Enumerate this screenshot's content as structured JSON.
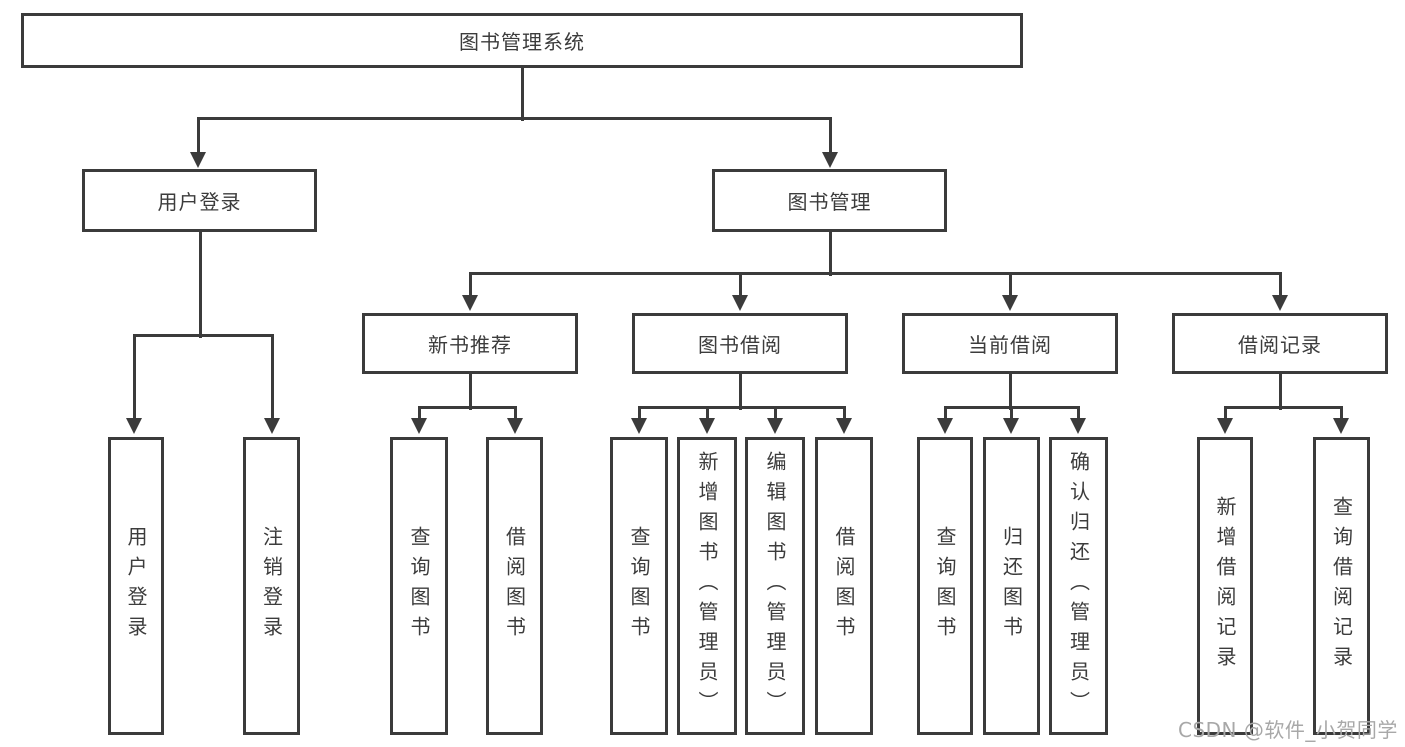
{
  "diagram": {
    "tree": {
      "root": {
        "label": "图书管理系统"
      },
      "branches": [
        {
          "label": "用户登录",
          "children": [
            "用户登录",
            "注销登录"
          ]
        },
        {
          "label": "图书管理",
          "children": [
            {
              "label": "新书推荐",
              "children": [
                "查询图书",
                "借阅图书"
              ]
            },
            {
              "label": "图书借阅",
              "children": [
                "查询图书",
                "新增图书（管理员）",
                "编辑图书（管理员）",
                "借阅图书"
              ]
            },
            {
              "label": "当前借阅",
              "children": [
                "查询图书",
                "归还图书",
                "确认归还（管理员）"
              ]
            },
            {
              "label": "借阅记录",
              "children": [
                "新增借阅记录",
                "查询借阅记录"
              ]
            }
          ]
        }
      ]
    },
    "watermark": "CSDN @软件_小贺同学",
    "colors": {
      "line": "#3b3b3b",
      "text": "#3c3c3c",
      "watermark": "#a8a8a8",
      "background": "#ffffff"
    }
  }
}
